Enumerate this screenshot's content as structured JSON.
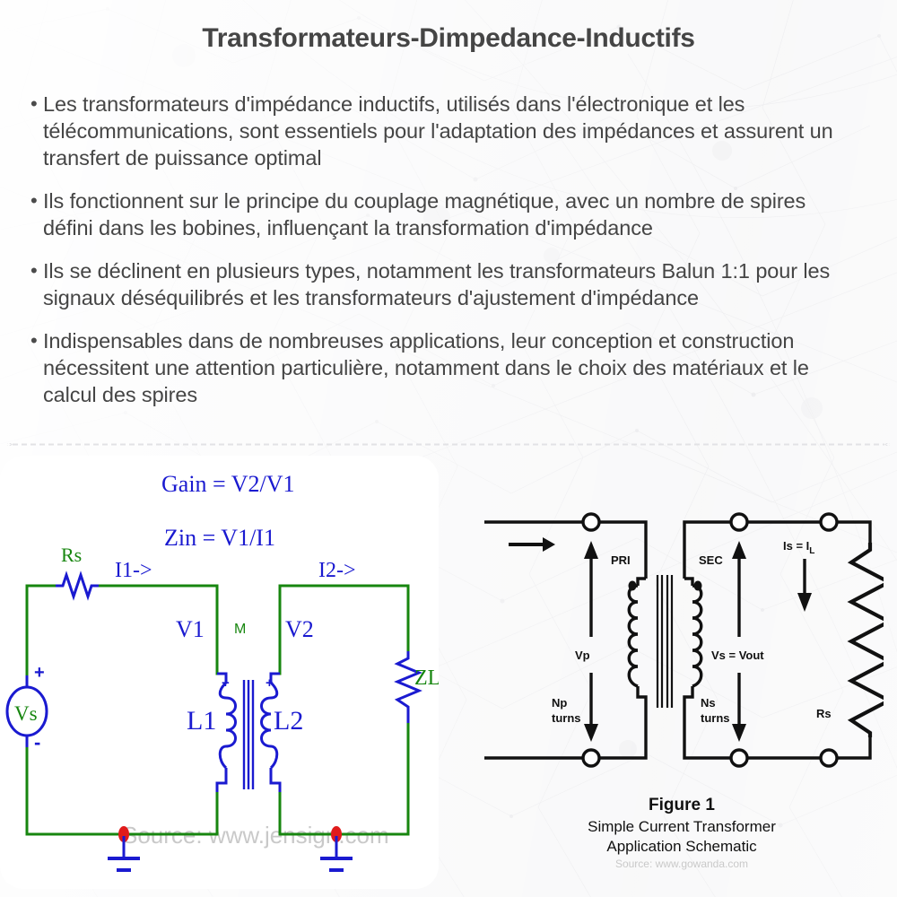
{
  "page": {
    "title": "Transformateurs-Dimpedance-Inductifs",
    "title_color": "#454545",
    "background_color": "#f6f6f7",
    "text_color": "#454545"
  },
  "bullets": [
    {
      "marker": "•",
      "text": "Les transformateurs d'impédance inductifs, utilisés dans l'électronique et les télécommunications, sont essentiels pour l'adaptation des impédances et assurent un transfert de puissance optimal"
    },
    {
      "marker": "•",
      "text": "Ils fonctionnent sur le principe du couplage magnétique, avec un nombre de spires défini dans les bobines, influençant la transformation d'impédance"
    },
    {
      "marker": "•",
      "text": "Ils se déclinent en plusieurs types, notamment les transformateurs Balun 1:1 pour les signaux déséquilibrés et les transformateurs d'ajustement d'impédance"
    },
    {
      "marker": "•",
      "text": "Indispensables dans de nombreuses applications, leur conception et construction nécessitent une attention particulière, notamment dans le choix des matériaux et le calcul des spires"
    }
  ],
  "left_schematic": {
    "card_background": "#ffffff",
    "wire_color": "#17860f",
    "component_color": "#1a1ad0",
    "label_color": "#17860f",
    "formula_color": "#1a1ad0",
    "node_color": "#e01b1b",
    "formulas": [
      "Gain = V2/V1",
      "Zin = V1/I1"
    ],
    "labels": {
      "source_resistor": "Rs",
      "source": "Vs",
      "source_plus": "+",
      "source_minus": "-",
      "current_primary": "I1->",
      "current_secondary": "I2->",
      "voltage_primary": "V1",
      "voltage_secondary": "V2",
      "mutual": "M",
      "inductor_primary": "L1",
      "inductor_secondary": "L2",
      "load": "ZL",
      "dot_primary": "+",
      "dot_secondary": "+"
    },
    "watermark": "Source: www.jensign.com"
  },
  "right_schematic": {
    "line_color": "#111111",
    "background_color": "#f4f4f4",
    "labels": {
      "primary": "PRI",
      "secondary": "SEC",
      "voltage_primary": "Vp",
      "voltage_secondary": "Vs = Vout",
      "turns_primary_line1": "Np",
      "turns_primary_line2": "turns",
      "turns_secondary_line1": "Ns",
      "turns_secondary_line2": "turns",
      "load_resistor": "Rs",
      "load_current": "Is = I",
      "load_current_subscript": "L"
    },
    "caption": {
      "figure": "Figure 1",
      "line1": "Simple Current Transformer",
      "line2": "Application Schematic",
      "source": "Source: www.gowanda.com"
    }
  }
}
